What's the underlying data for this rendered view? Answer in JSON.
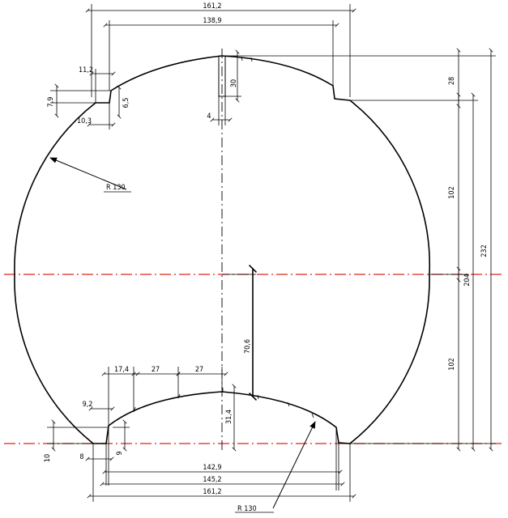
{
  "drawing": {
    "title": "",
    "dimensions": {
      "top_overall_width": "161,2",
      "top_inner_width": "138,9",
      "notch_top_width": "11,2",
      "notch_left_height": "7,9",
      "notch_right_height": "6,5",
      "notch_bottom_width": "10,3",
      "slot_height": "30",
      "slot_width": "4",
      "radius_upper": "R 130",
      "right_top": "28",
      "right_upper": "102",
      "right_lower": "102",
      "right_total_inner": "204",
      "right_total_outer": "232",
      "center_offset": "70,6",
      "bottom_arc_height": "31,4",
      "bottom_first_step": "17,4",
      "bottom_step_1": "27",
      "bottom_step_2": "27",
      "bottom_notch_width": "9,2",
      "bottom_notch_height": "9",
      "left_bottom_height": "10",
      "bottom_small": "8",
      "bottom_width_1": "142,9",
      "bottom_width_2": "145,2",
      "bottom_width_3": "161,2",
      "radius_lower": "R 130"
    }
  }
}
